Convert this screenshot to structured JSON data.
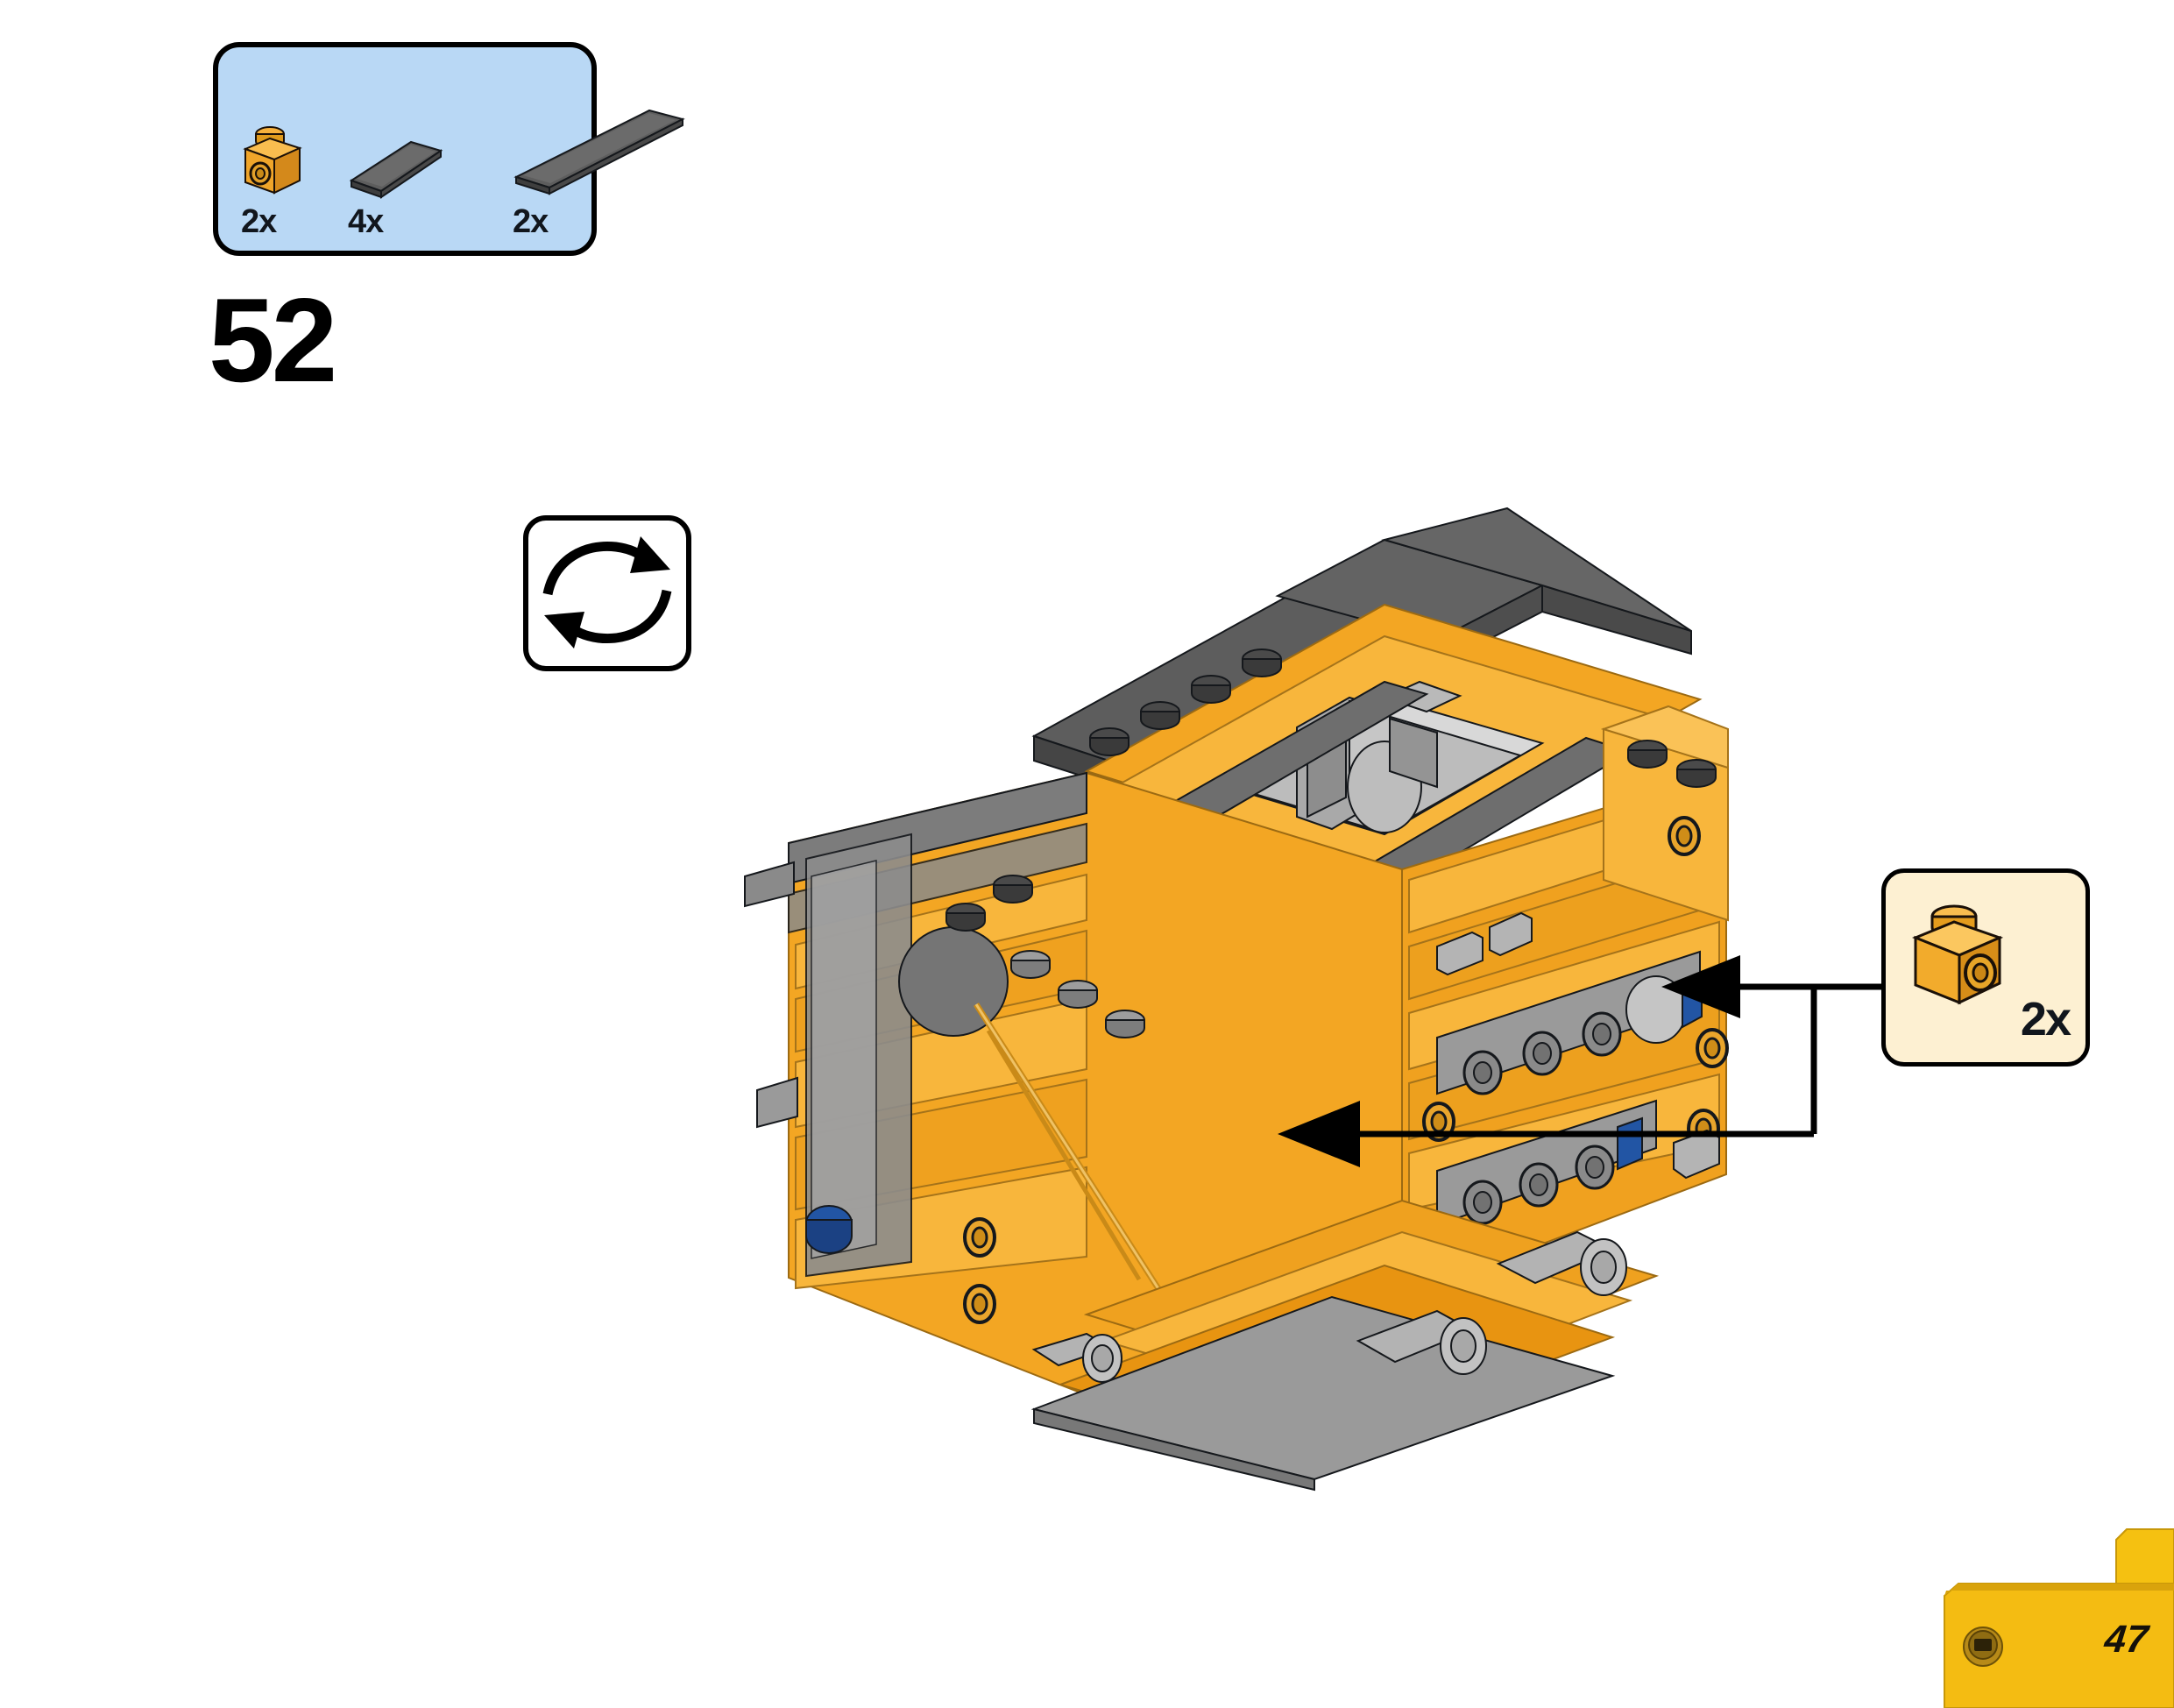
{
  "page": {
    "number": "47",
    "background_color": "#ffffff",
    "corner_color": "#f4bc12"
  },
  "step": {
    "number": "52"
  },
  "parts_box": {
    "background_color": "#b9d8f5",
    "border_color": "#000000",
    "items": [
      {
        "count": "2x",
        "icon": "brick-1x1-with-side-stud",
        "color": "#f5a623",
        "color_name": "orange"
      },
      {
        "count": "4x",
        "icon": "tile-1x4",
        "color": "#5a5a5a",
        "color_name": "dark-gray"
      },
      {
        "count": "2x",
        "icon": "tile-1x8",
        "color": "#5a5a5a",
        "color_name": "dark-gray"
      }
    ]
  },
  "rotate_hint": {
    "icon": "rotate-model-icon",
    "description": "rotate"
  },
  "callout": {
    "count": "2x",
    "icon": "brick-1x1-with-side-stud",
    "background_color": "#fdf0d2",
    "brick_color": "#f5a623",
    "arrow_count": 2
  },
  "model": {
    "title": "lego-technic-assembly",
    "primary_color": "#f5a623",
    "secondary_color": "#5a5a5a",
    "light_gray": "#9b9b9b",
    "accent_blue": "#2255a4"
  }
}
